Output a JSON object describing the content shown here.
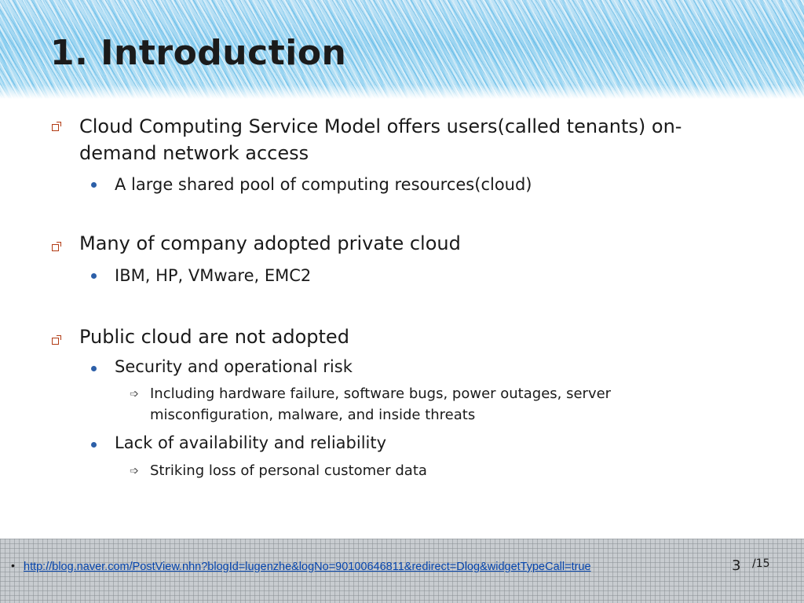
{
  "slide": {
    "title": "1. Introduction",
    "points": [
      {
        "text": "Cloud Computing Service Model offers users(called tenants) on-demand network access",
        "line1": "Cloud Computing Service Model offers users(called tenants) on-",
        "line2": "demand network access",
        "subs": [
          {
            "text": "A large shared pool of computing resources(cloud)"
          }
        ]
      },
      {
        "text": "Many of company adopted private cloud",
        "subs": [
          {
            "text": "IBM, HP, VMware, EMC2"
          }
        ]
      },
      {
        "text": "Public cloud are not adopted",
        "subs": [
          {
            "text": "Security and operational risk",
            "details": [
              {
                "line1": "Including hardware failure, software bugs, power outages, server",
                "line2": "misconfiguration, malware, and inside threats"
              }
            ]
          },
          {
            "text": "Lack of availability and reliability",
            "details": [
              {
                "line1": "Striking loss of personal customer data"
              }
            ]
          }
        ]
      }
    ]
  },
  "footer": {
    "bullet": "•",
    "link_text": "http://blog.naver.com/PostView.nhn?blogId=lugenzhe&logNo=90100646811&redirect=Dlog&widgetTypeCall=true",
    "page_number": "3",
    "page_total": "/15"
  },
  "colors": {
    "level1_bullet": "#b23b14",
    "level2_bullet": "#2c5fa8",
    "link": "#0645ad",
    "title_banner": "#9ad4f1"
  },
  "icons": {
    "level1": "square-bullet-icon",
    "level2": "dot-bullet-icon",
    "level3": "arrow-bullet-icon"
  }
}
